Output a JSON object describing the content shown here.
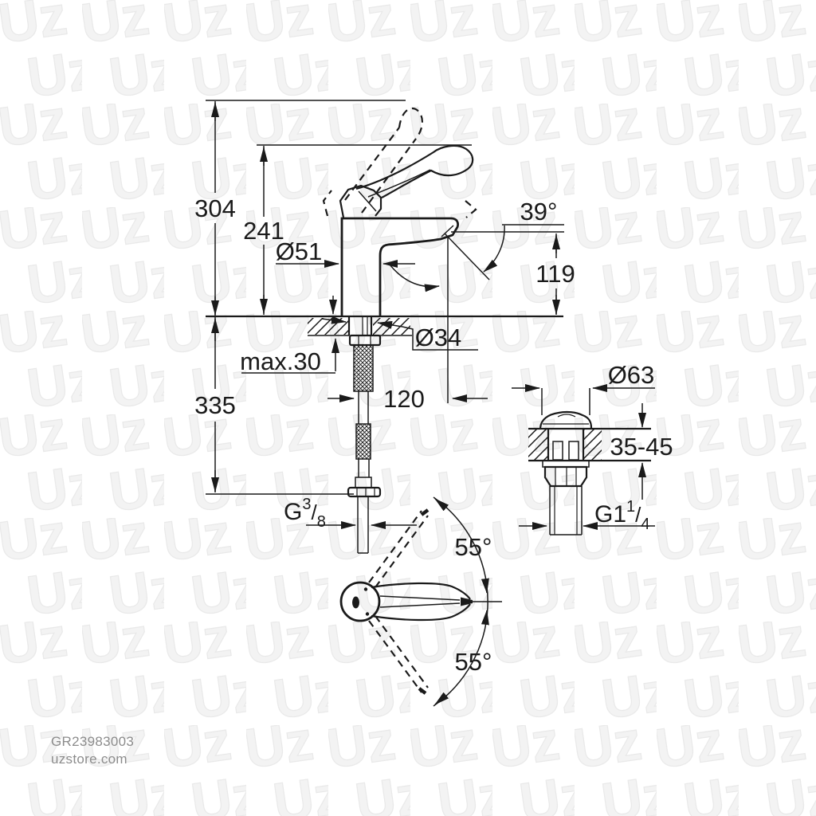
{
  "colors": {
    "line": "#1a1a1a",
    "watermark_fill": "#f3f3f3",
    "watermark_stroke": "#e9e9e9",
    "footer_text": "#8c8c8c",
    "background": "#ffffff"
  },
  "watermark": {
    "text": "Uz"
  },
  "footer": {
    "sku": "GR23983003",
    "site": "uzstore.com"
  },
  "diagram": {
    "labels": {
      "total_height": "304",
      "lever_height": "241",
      "body_diameter": "Ø51",
      "spout_angle": "39°",
      "spout_height": "119",
      "shank_diameter": "Ø34",
      "deck_thickness_max": "max.30",
      "hose_length": "335",
      "spout_reach": "120",
      "waste_diameter": "Ø63",
      "deck_range": "35-45",
      "swivel_up": "55°",
      "swivel_down": "55°"
    },
    "threads": {
      "supply": {
        "base": "G",
        "sup": "3",
        "slash": "/",
        "sub": "8"
      },
      "waste": {
        "base": "G1",
        "sup": "1",
        "slash": "/",
        "sub": "4"
      }
    }
  }
}
